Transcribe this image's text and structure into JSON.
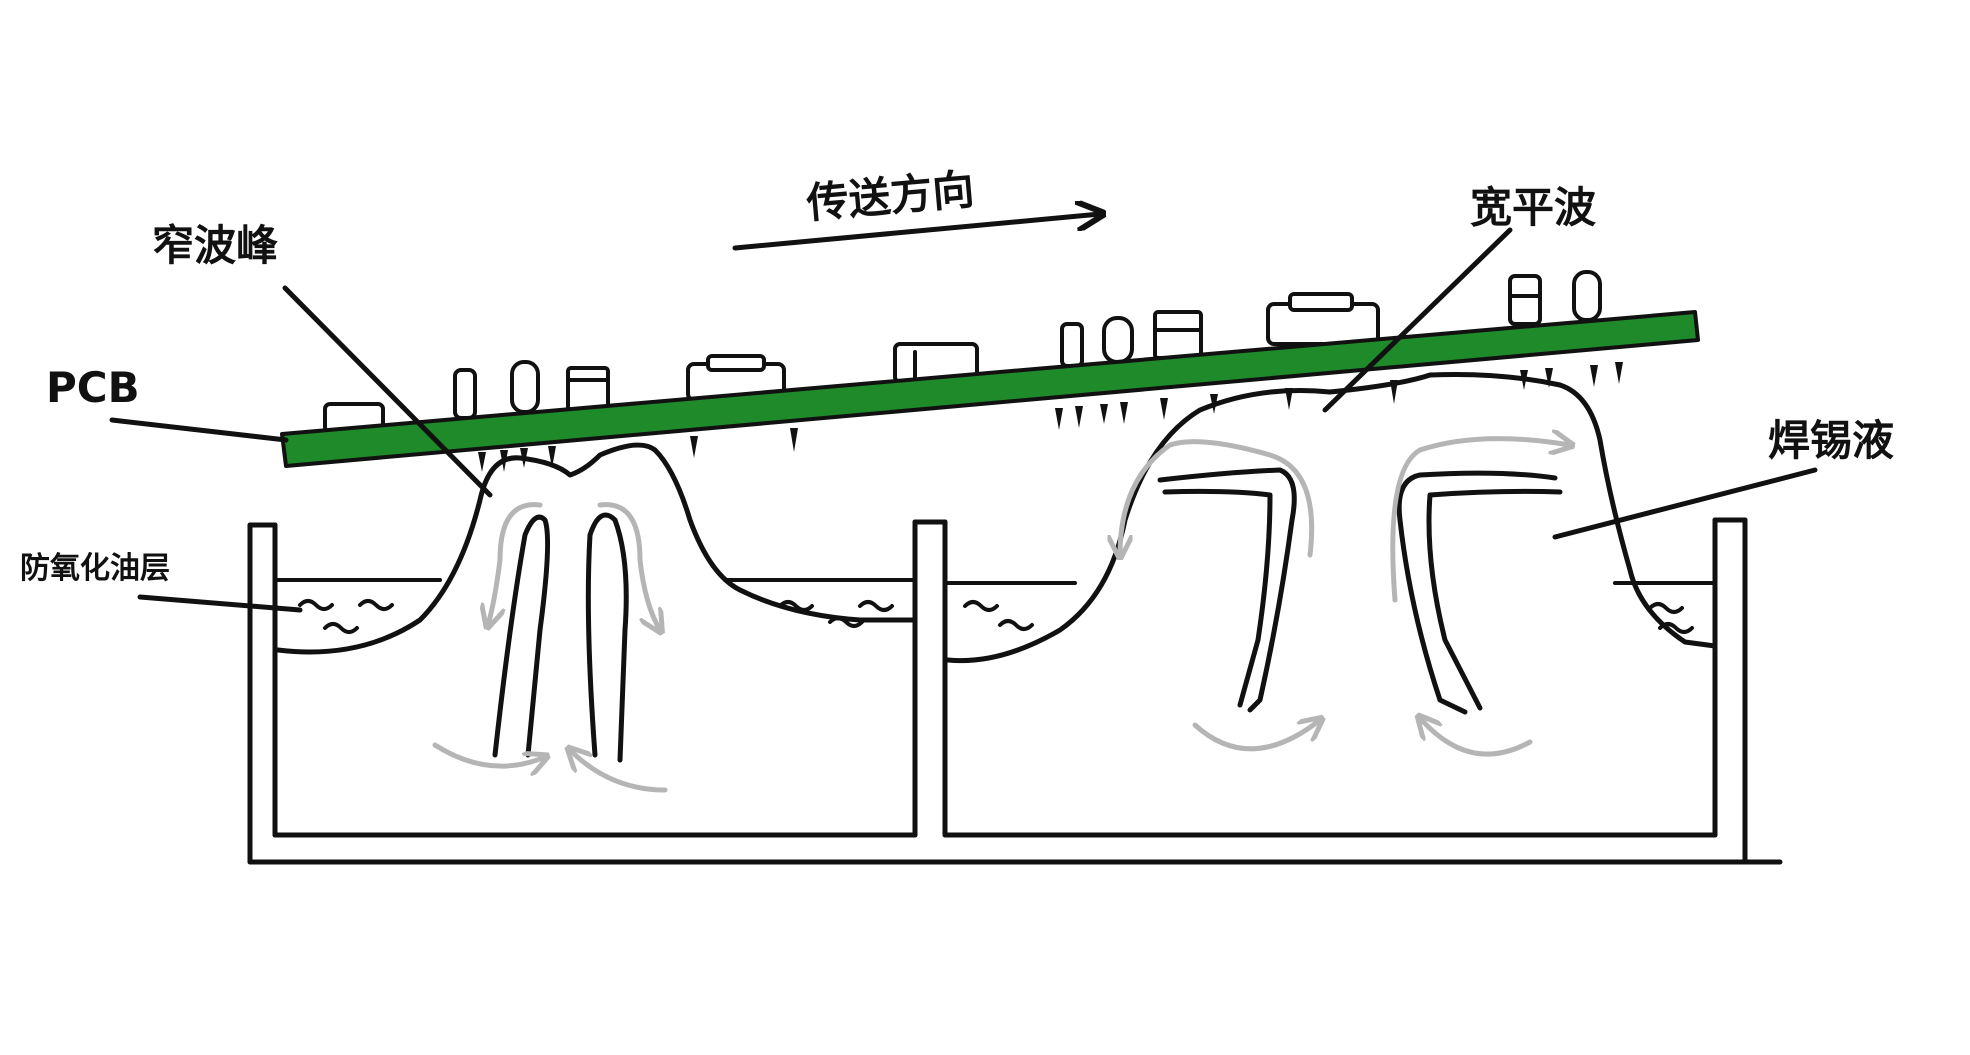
{
  "labels": {
    "pcb": "PCB",
    "narrow_wave": "窄波峰",
    "conveying_direction": "传送方向",
    "wide_flat_wave": "宽平波",
    "molten_solder": "焊锡液",
    "anti_oxidation_oil": "防氧化油层"
  },
  "colors": {
    "pcb_board": "#1f8a2a",
    "ink": "#111111",
    "flow_arrows": "#b5b5b5",
    "background": "#ffffff"
  }
}
